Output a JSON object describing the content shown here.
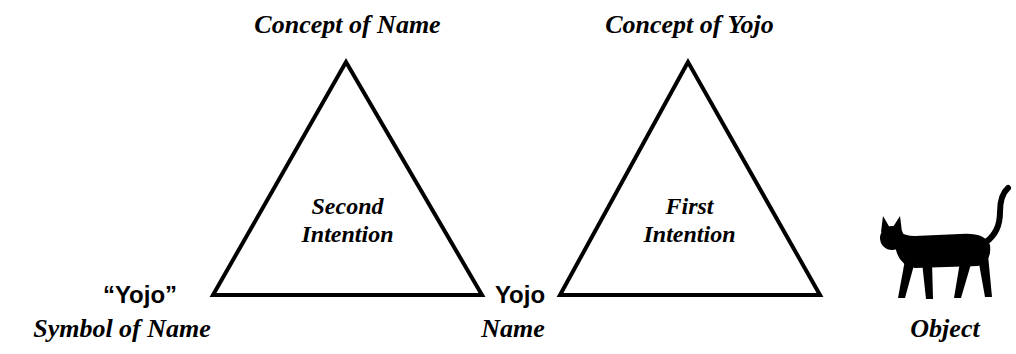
{
  "diagram": {
    "nodes": [
      {
        "text": [
          "Concept of Name",
          "Second Intention"
        ]
      },
      {
        "text": [
          "Concept of Yojo",
          "First Intention"
        ]
      }
    ],
    "labels": [
      "“Yojo”",
      "Symbol of Name",
      "Yojo",
      "Name",
      "Object"
    ]
  }
}
